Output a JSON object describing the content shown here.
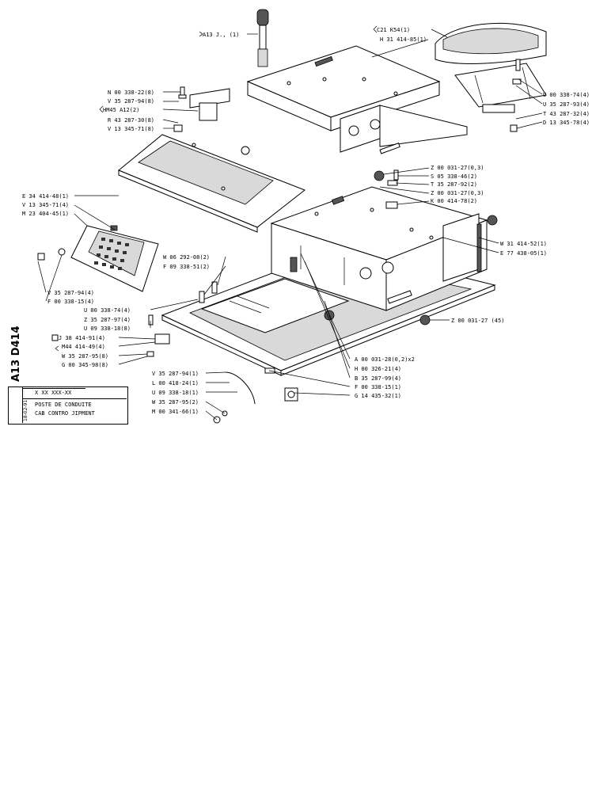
{
  "sheet": {
    "code": "A13 D414",
    "date": "18-02-91",
    "ref": "X XX XXX-XX",
    "title_fr": "POSTE DE CONDUITE",
    "title_en": "CAB CONTRO    JIPMENT"
  },
  "callouts": {
    "l01": "A13 J.,  (1)",
    "l02": "C21  K54(1)",
    "l03": "H  31 414-85(1)",
    "l04": "N 00 338-22(8)",
    "l05": "V 35 287-94(8)",
    "l06": "HM45  A12(2)",
    "l07": "R 43 287-30(8)",
    "l08": "V 13 345-71(8)",
    "l09": "U 00 338-74(4)",
    "l10": "U 35 287-93(4)",
    "l11": "T 43 287-32(4)",
    "l12": "D 13 345-78(4)",
    "l13": "Z 00 031-27(0,3)",
    "l14": "S 05 338-46(2)",
    "l15": "T 35 287-92(2)",
    "l16": "Z 00 031-27(0,3)",
    "l17": "K 00 414-78(2)",
    "l18": "E 34 414-48(1)",
    "l19": "V 13 345-71(4)",
    "l20": "M 23 404-45(1)",
    "l21": "W 31 414-52(1)",
    "l22": "E 77 438-05(1)",
    "l23": "W 06 292-08(2)",
    "l24": "F 09 338-51(2)",
    "l25": "V 35 287-94(4)",
    "l26": "F 00 338-15(4)",
    "l27": "U 00 338-74(4)",
    "l28": "Z 35 287-97(4)",
    "l29": "U 09 338-18(8)",
    "l30": "J 38 414-91(4)",
    "l31": "M44 414-49(4)",
    "l32": "W 35 287-95(8)",
    "l33": "G 00 345-98(8)",
    "l34": "Z 00 031-27 (45)",
    "l35": "A 00 031-28(0,2)x2",
    "l36": "H 00 326-21(4)",
    "l37": "B 35 287-99(4)",
    "l38": "F 00 338-15(1)",
    "l39": "G 14 435-32(1)",
    "l40": "V 35 287-94(1)",
    "l41": "L 00 418-24(1)",
    "l42": "U 09 338-18(1)",
    "l43": "W 35 287-95(2)",
    "l44": "M 00 341-66(1)"
  }
}
